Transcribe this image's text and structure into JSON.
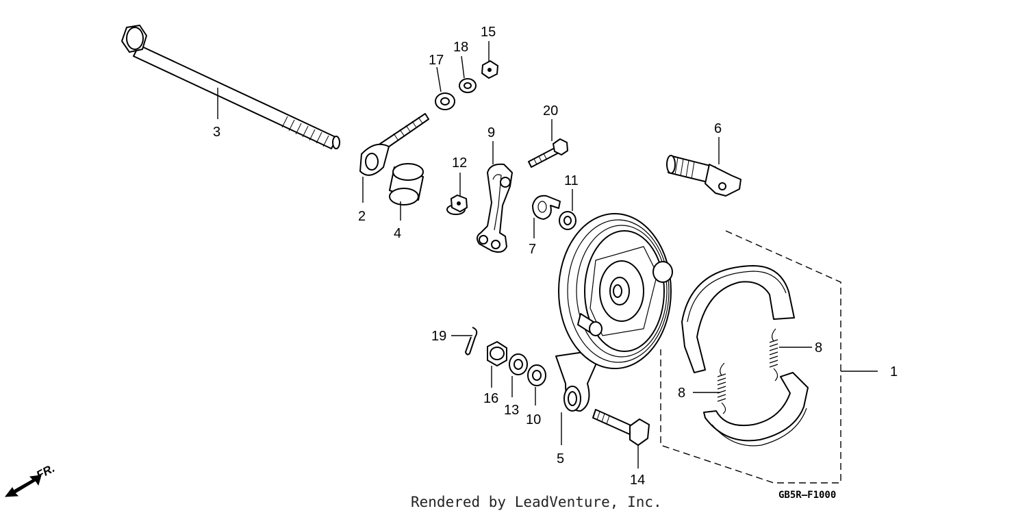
{
  "diagram": {
    "callouts": [
      "1",
      "2",
      "3",
      "4",
      "5",
      "6",
      "7",
      "8",
      "8",
      "9",
      "10",
      "11",
      "12",
      "13",
      "14",
      "15",
      "16",
      "17",
      "18",
      "19",
      "20"
    ],
    "footer": "Rendered by LeadVenture, Inc.",
    "diagram_code": "GB5R–F1000",
    "direction_label": "FR.",
    "icons": [
      "front-direction-arrow-icon"
    ]
  }
}
